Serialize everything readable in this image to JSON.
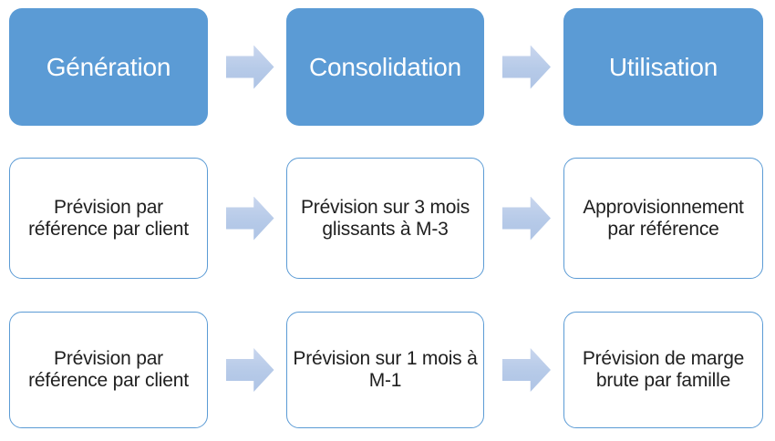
{
  "diagram": {
    "background": "#FFFFFF",
    "columns": [
      {
        "header": "Génération",
        "steps": [
          "Prévision par référence par client",
          "Prévision par référence par client"
        ]
      },
      {
        "header": "Consolidation",
        "steps": [
          "Prévision sur 3 mois glissants à M-3",
          "Prévision sur 1 mois à M-1"
        ]
      },
      {
        "header": "Utilisation",
        "steps": [
          "Approvisionnement par référence",
          "Prévision de marge brute par famille"
        ]
      }
    ],
    "arrow_icon": "arrow-right",
    "colors": {
      "header_fill": "#5B9BD5",
      "header_text": "#FFFFFF",
      "step_border": "#5B9BD5",
      "step_fill": "#FFFFFF",
      "step_text": "#1F1F1F",
      "arrow_fill": "#B7CBE9"
    }
  }
}
